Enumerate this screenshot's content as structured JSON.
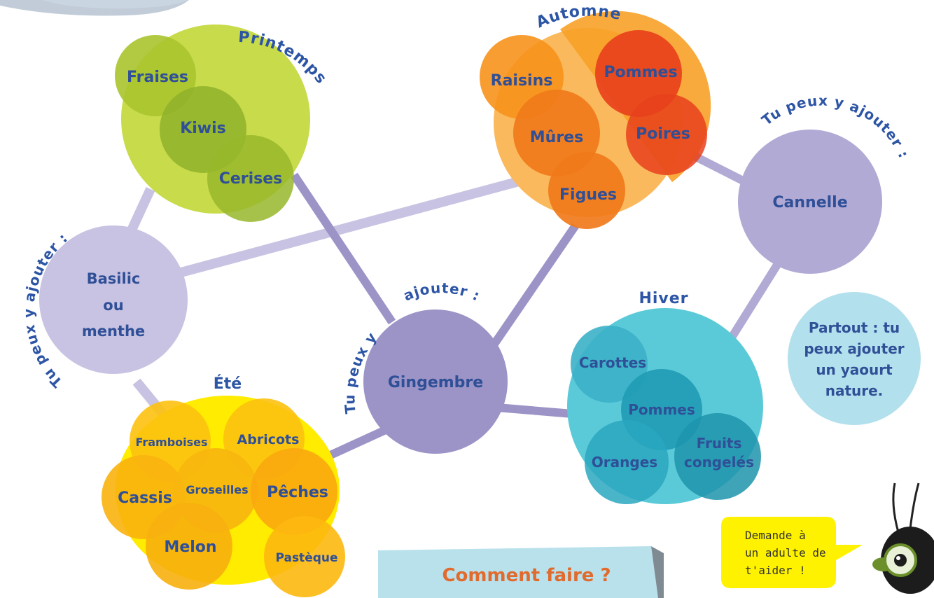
{
  "spring": {
    "title": "Printemps",
    "fruits": [
      "Fraises",
      "Kiwis",
      "Cerises"
    ]
  },
  "autumn": {
    "title": "Automne",
    "fruits": [
      "Raisins",
      "Pommes",
      "Mûres",
      "Poires",
      "Figues"
    ]
  },
  "summer": {
    "title": "Été",
    "fruits": [
      "Framboises",
      "Abricots",
      "Cassis",
      "Groseilles",
      "Pêches",
      "Melon",
      "Pastèque"
    ]
  },
  "winter": {
    "title": "Hiver",
    "fruits": [
      "Carottes",
      "Pommes",
      "Oranges",
      "Fruits",
      "congelés"
    ]
  },
  "additions": {
    "basil": {
      "arc_text": "Tu peux y ajouter :",
      "lines": [
        "Basilic",
        "ou",
        "menthe"
      ]
    },
    "ginger": {
      "arc_left": "Tu peux y",
      "arc_top": "ajouter :",
      "label": "Gingembre"
    },
    "cinnamon": {
      "arc_text": "Tu peux y ajouter :",
      "label": "Cannelle"
    }
  },
  "yogurt": {
    "lines": [
      "Partout : tu",
      "peux ajouter",
      "un yaourt",
      "nature."
    ]
  },
  "speech_bubble": {
    "lines": [
      "Demande à",
      "un adulte de",
      "t'aider !"
    ]
  },
  "how_to": {
    "title": "Comment faire ?"
  },
  "colors": {
    "spring": "#b5d334",
    "spring_dark": "#7fa51f",
    "autumn_light": "#fbb95d",
    "autumn": "#f7921c",
    "autumn_red": "#e8411c",
    "summer": "#fdc20f",
    "summer_yellow": "#ffec00",
    "winter": "#2bb9cf",
    "winter_dark": "#1a8fa6",
    "addition": "#c8c3e2",
    "ginger": "#9c94c6",
    "yogurt": "#b2e0ec",
    "label": "#2f4f97",
    "bubble": "#fff200",
    "accent": "#e16a2d"
  }
}
